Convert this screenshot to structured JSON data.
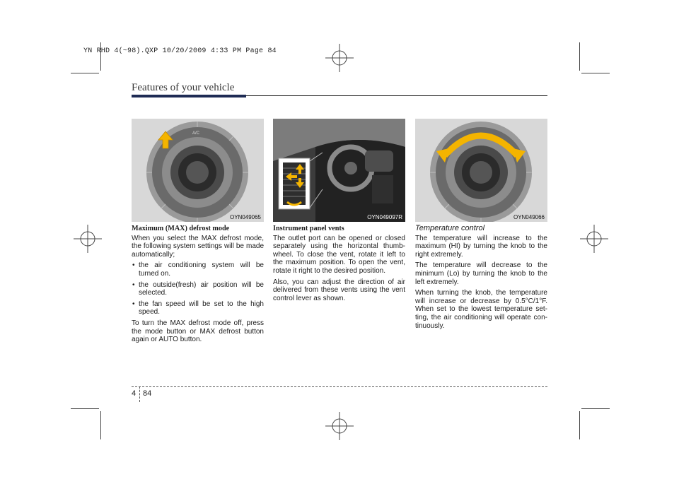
{
  "slug": "YN RHD 4(~98).QXP  10/20/2009  4:33 PM  Page 84",
  "header": {
    "title": "Features of your vehicle"
  },
  "figures": [
    {
      "code": "OYN049065"
    },
    {
      "code": "OYN049097R"
    },
    {
      "code": "OYN049066"
    }
  ],
  "col1": {
    "heading": "Maximum (MAX) defrost mode",
    "intro": "When you select the MAX defrost mode, the following system settings will be made automatically;",
    "bullets": [
      "the air conditioning system will be turned on.",
      "the outside(fresh) air position will be selected.",
      "the fan speed will be set to the high speed."
    ],
    "outro": "To turn the MAX defrost mode off, press the mode button or MAX defrost button again or AUTO button."
  },
  "col2": {
    "heading": "Instrument panel vents",
    "p1": "The outlet port can be opened or closed separately using the horizontal thumb-wheel. To close the vent, rotate it left to the maximum position. To open the vent, rotate it right to the desired position.",
    "p2": "Also, you can adjust the direction of air delivered from these vents using the vent control lever as shown."
  },
  "col3": {
    "heading": "Temperature control",
    "p1": "The temperature will increase to the maximum (HI) by turning the knob to the right extremely.",
    "p2": "The temperature will decrease to the minimum (Lo) by turning the knob to the left extremely.",
    "p3": "When turning the knob, the temperature will increase or decrease by 0.5°C/1°F. When set to the lowest temperature set-ting, the air conditioning will operate con-tinuously."
  },
  "footer": {
    "section": "4",
    "page": "84"
  },
  "colors": {
    "header_bar": "#1e2b54",
    "arrow": "#f4b400"
  }
}
